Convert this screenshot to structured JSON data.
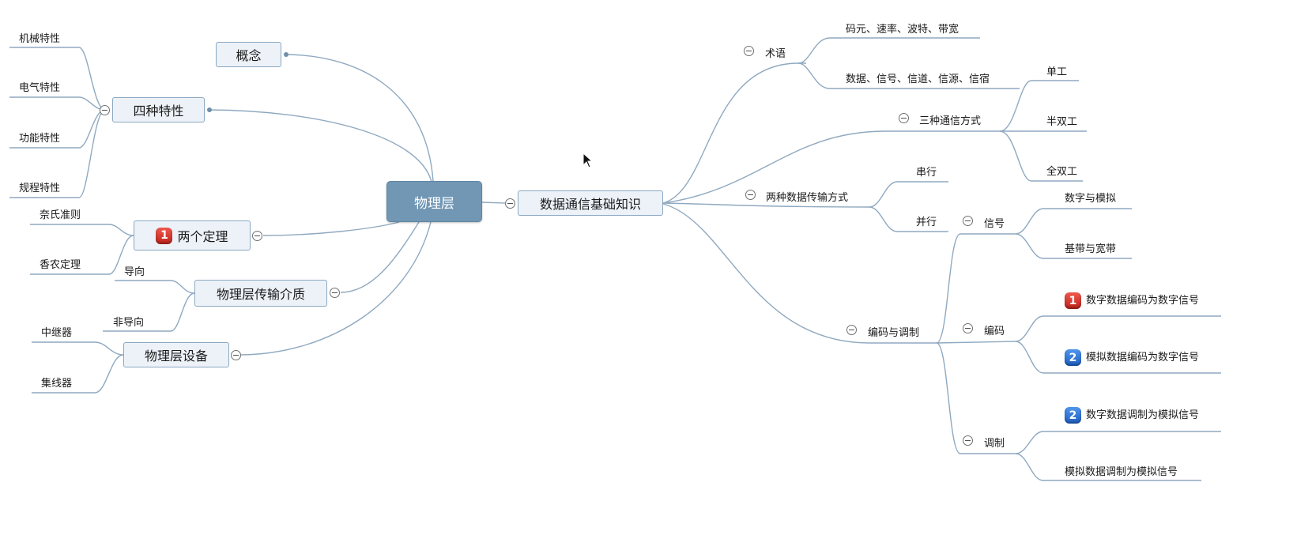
{
  "root": {
    "label": "物理层"
  },
  "left": {
    "concept": "概念",
    "four_props": {
      "label": "四种特性",
      "children": [
        "机械特性",
        "电气特性",
        "功能特性",
        "规程特性"
      ]
    },
    "two_theorems": {
      "label": "两个定理",
      "badge": "1",
      "children": [
        "奈氏准则",
        "香农定理"
      ]
    },
    "media": {
      "label": "物理层传输介质",
      "children": [
        "导向",
        "非导向"
      ]
    },
    "devices": {
      "label": "物理层设备",
      "children": [
        "中继器",
        "集线器"
      ]
    }
  },
  "right": {
    "main": {
      "label": "数据通信基础知识"
    },
    "terms": {
      "label": "术语",
      "children": [
        "码元、速率、波特、带宽",
        "数据、信号、信道、信源、信宿"
      ]
    },
    "three_modes": {
      "label": "三种通信方式",
      "children": [
        "单工",
        "半双工",
        "全双工"
      ]
    },
    "two_transfer": {
      "label": "两种数据传输方式",
      "children": [
        "串行",
        "并行"
      ]
    },
    "codec": {
      "label": "编码与调制",
      "signal": {
        "label": "信号",
        "children": [
          "数字与模拟",
          "基带与宽带"
        ]
      },
      "encode": {
        "label": "编码",
        "children": [
          {
            "badge": "1",
            "text": "数字数据编码为数字信号"
          },
          {
            "badge": "2",
            "text": "模拟数据编码为数字信号"
          }
        ]
      },
      "modulate": {
        "label": "调制",
        "children": [
          {
            "badge": "2",
            "text": "数字数据调制为模拟信号"
          },
          {
            "text": "模拟数据调制为模拟信号"
          }
        ]
      }
    }
  },
  "colors": {
    "line": "#8fa9c0",
    "root_fill": "#7197b5",
    "node_fill": "#edf2f8",
    "badge_red": "#d9362c",
    "badge_blue": "#2c74d8"
  }
}
